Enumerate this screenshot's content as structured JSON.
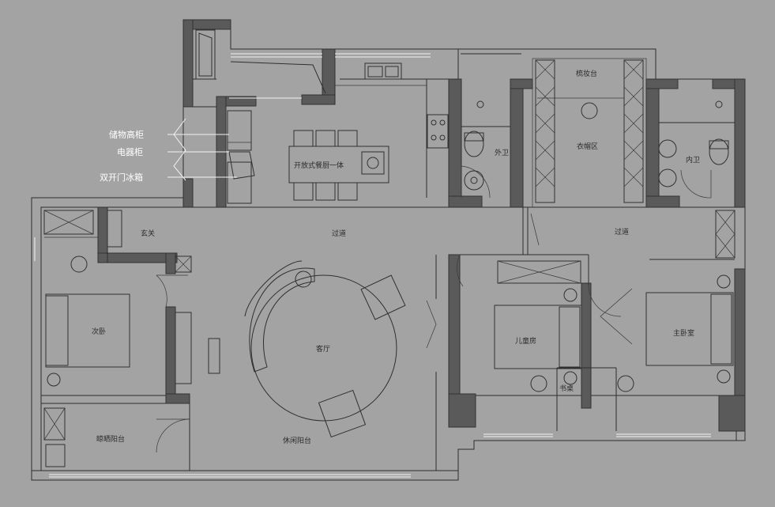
{
  "annotations": {
    "storage_cabinet": "储物高柜",
    "appliance_cabinet": "电器柜",
    "double_door_fridge": "双开门冰箱"
  },
  "rooms": {
    "open_kitchen": "开放式餐厨一体",
    "guest_bath": "外卫",
    "dressing_table": "梳妆台",
    "cloakroom": "衣帽区",
    "master_bath": "内卫",
    "foyer": "玄关",
    "corridor_1": "过道",
    "corridor_2": "过道",
    "second_bedroom": "次卧",
    "living_room": "客厅",
    "kids_room": "儿童房",
    "master_bedroom": "主卧室",
    "desk": "书桌",
    "laundry_balcony": "晾晒阳台",
    "leisure_balcony": "休闲阳台"
  },
  "colors": {
    "background": "#a3a3a3",
    "wall_fill": "#5a5a5a",
    "annotation_text": "#ffffff"
  }
}
